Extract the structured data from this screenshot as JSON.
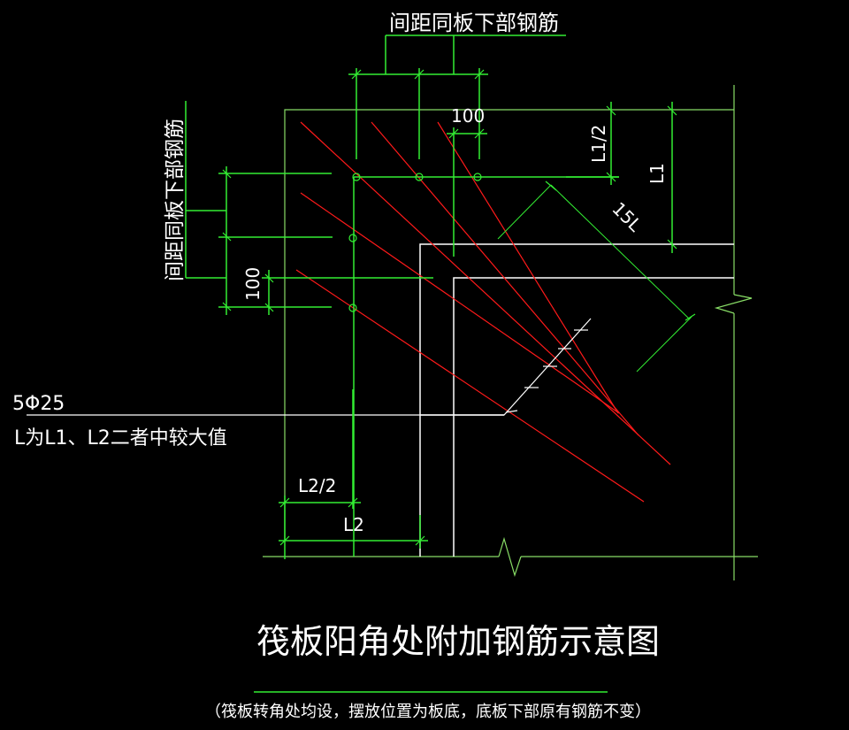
{
  "drawing": {
    "title": "筏板阳角处附加钢筋示意图",
    "note": "（筏板转角处均设，摆放位置为板底，底板下部原有钢筋不变）",
    "labels": {
      "top_spacing": "间距同板下部钢筋",
      "left_spacing": "间距同板下部钢筋",
      "dim_100_top": "100",
      "dim_100_left": "100",
      "dim_L1_half": "L1/2",
      "dim_L1": "L1",
      "dim_15L": "15L",
      "dim_L2_half": "L2/2",
      "dim_L2": "L2",
      "rebar_spec": "5Φ25",
      "rebar_note": "L为L1、L2二者中较大值"
    },
    "colors": {
      "background": "#000000",
      "dimension": "#33ee33",
      "reference": "#88dd66",
      "wall": "#ffffff",
      "rebar": "#ff1a1a",
      "text": "#ffffff"
    },
    "rebar_count": 5
  }
}
